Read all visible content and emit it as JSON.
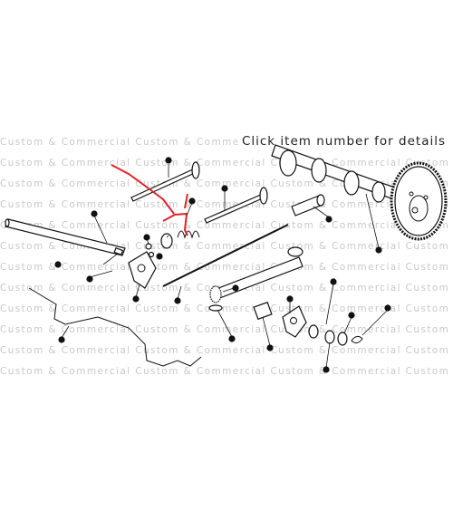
{
  "watermark": {
    "text": "Custom & Commercial  Custom & Commercial  Custom & Commercial  Custom & Commercial",
    "color": "#c9c9c9"
  },
  "instruction": "Click item number for details",
  "annotation_color": "#e0242a",
  "callouts": [
    {
      "id": "valve-top"
    },
    {
      "id": "push-rod-long"
    },
    {
      "id": "cam-follower"
    },
    {
      "id": "camshaft"
    },
    {
      "id": "rocker-shaft"
    },
    {
      "id": "shaft-plug"
    },
    {
      "id": "nut-small"
    },
    {
      "id": "rocker-arm"
    },
    {
      "id": "valve-spring"
    },
    {
      "id": "spring-cap"
    },
    {
      "id": "collet"
    },
    {
      "id": "push-rod"
    },
    {
      "id": "oil-pipe"
    },
    {
      "id": "tube"
    },
    {
      "id": "seal-ring"
    },
    {
      "id": "pedestal"
    },
    {
      "id": "rocker-arm-2"
    },
    {
      "id": "washer"
    },
    {
      "id": "spring-washer"
    },
    {
      "id": "circlip"
    },
    {
      "id": "clip"
    }
  ]
}
